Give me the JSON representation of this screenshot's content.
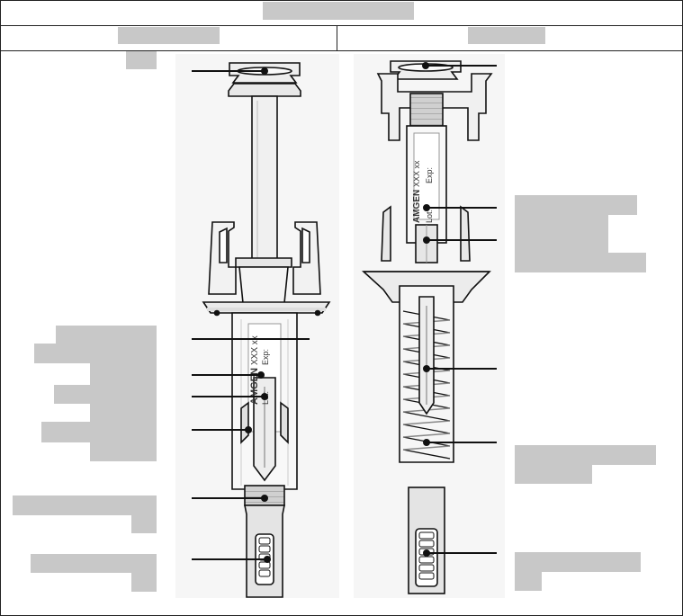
{
  "figure": {
    "title": "",
    "panels": [
      {
        "heading": "",
        "side": "left"
      },
      {
        "heading": "",
        "side": "right"
      }
    ],
    "syringe_label": {
      "brand": "AMGEN",
      "code": "XXX xx",
      "lot": "Lot:",
      "exp": "Exp:"
    }
  },
  "colors": {
    "redaction": "#c8c8c8",
    "stroke": "#111111",
    "light_fill": "#f2f2f2",
    "shadow": "#d9d9d9"
  }
}
